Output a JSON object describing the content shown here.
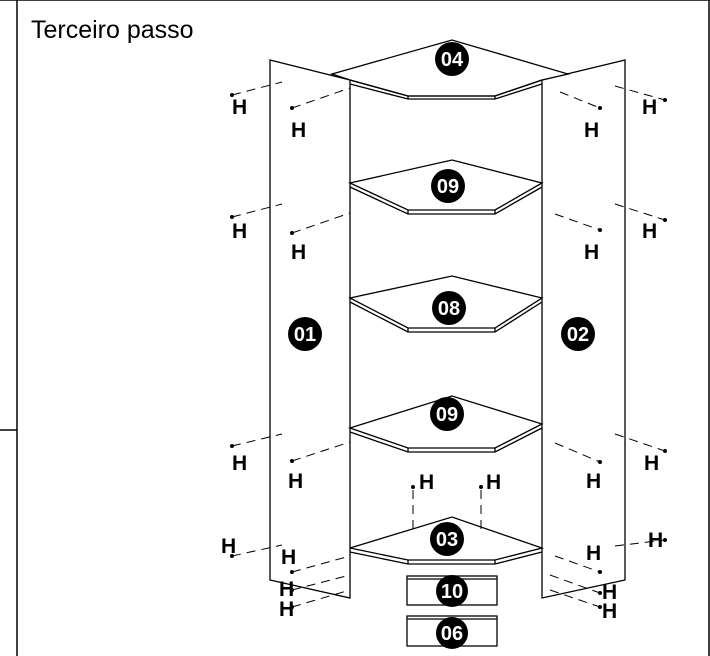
{
  "title": "Terceiro passo",
  "parts": {
    "top": "04",
    "shelf_upper": "09",
    "shelf_middle": "08",
    "shelf_lower": "09",
    "base": "03",
    "side_left": "01",
    "side_right": "02",
    "plinth_front": "10",
    "plinth_bottom": "06"
  },
  "hardware_label": "H"
}
